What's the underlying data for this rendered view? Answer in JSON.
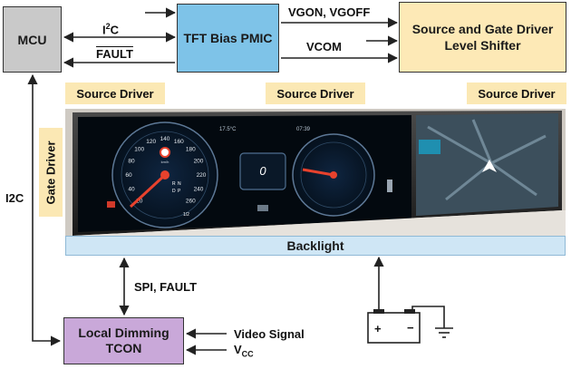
{
  "blocks": {
    "mcu": "MCU",
    "pmic": "TFT Bias PMIC",
    "shifter_line1": "Source and Gate Driver",
    "shifter_line2": "Level Shifter",
    "tcon_line1": "Local Dimming",
    "tcon_line2": "TCON",
    "backlight": "Backlight"
  },
  "driver_tags": {
    "source_left": "Source Driver",
    "source_middle": "Source Driver",
    "source_right": "Source Driver",
    "gate": "Gate Driver"
  },
  "signals": {
    "i2c_top_base": "I",
    "i2c_top_sup": "2",
    "i2c_top_tail": "C",
    "fault": "FAULT",
    "vgon_vgoff": "VGON, VGOFF",
    "vcom": "VCOM",
    "i2c_left": "I2C",
    "spi_fault": "SPI, FAULT",
    "video_signal": "Video Signal",
    "vcc_base": "V",
    "vcc_sub": "CC"
  },
  "dashboard": {
    "temperature": "17.5°C",
    "time": "07:39",
    "center_value": "0",
    "speed_ticks": [
      "20",
      "40",
      "60",
      "80",
      "100",
      "120",
      "140",
      "160",
      "180",
      "200",
      "220",
      "240",
      "260"
    ],
    "speed_unit": "km/h",
    "gear_letters": [
      "R",
      "N",
      "D",
      "P"
    ],
    "fuel_fraction": "1/2"
  },
  "battery": {
    "plus": "+",
    "minus": "−"
  },
  "colors": {
    "mcu": "#c9c9c9",
    "pmic": "#7ec3e8",
    "shifter": "#fde9b6",
    "tcon": "#c9a8d9",
    "backlight": "#cfe6f5",
    "tag": "#fbe8b4",
    "needle": "#e8422d"
  }
}
